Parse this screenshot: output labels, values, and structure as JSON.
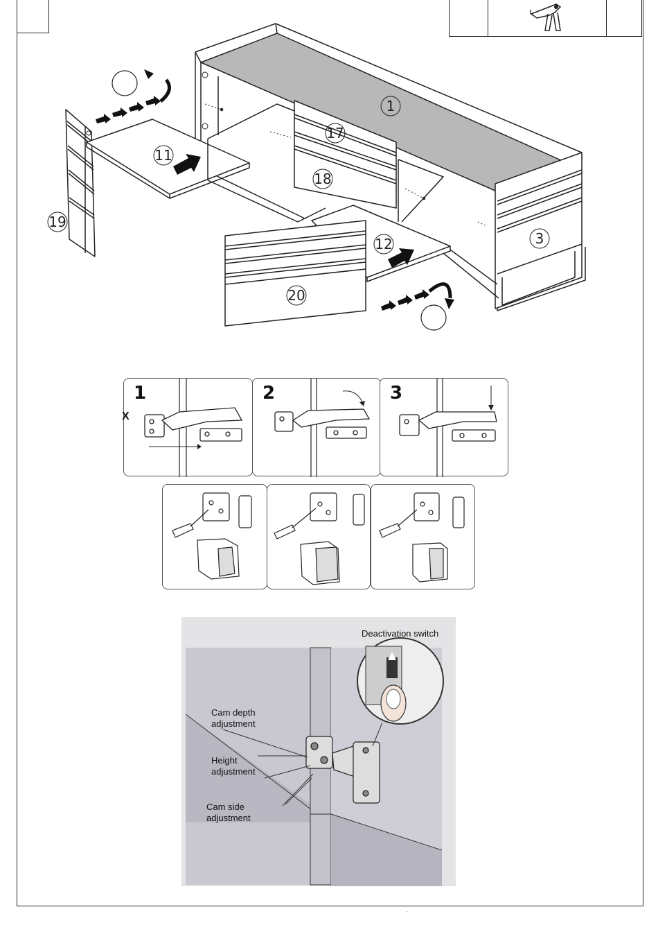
{
  "callouts": {
    "c1": "1",
    "c3": "3",
    "c11": "11",
    "c12": "12",
    "c17": "17",
    "c18": "18",
    "c19": "19",
    "c20": "20"
  },
  "hinge_steps": {
    "s1": "1",
    "s2": "2",
    "s3": "3",
    "x_mark": "X"
  },
  "photo_labels": {
    "deactivation": "Deactivation switch",
    "cam_depth_1": "Cam depth",
    "cam_depth_2": "adjustment",
    "height_1": "Height",
    "height_2": "adjustment",
    "cam_side_1": "Cam side",
    "cam_side_2": "adjustment"
  },
  "icons": [
    "hardware-clip-icon",
    "curved-arrow-icon",
    "push-arrow-icon",
    "screwdriver-icon"
  ]
}
